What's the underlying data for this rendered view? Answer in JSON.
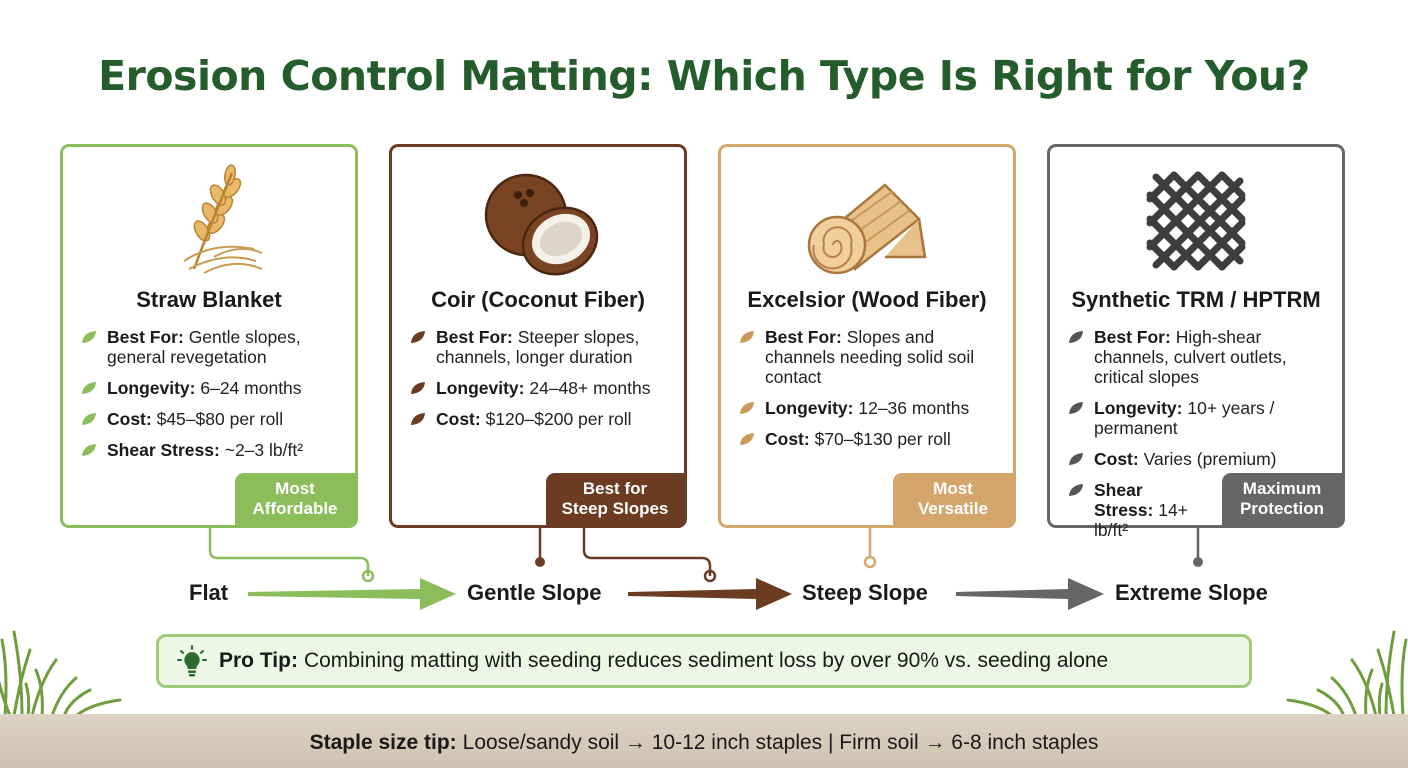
{
  "title": "Erosion Control Matting: Which Type Is Right for You?",
  "colors": {
    "title": "#245c2c",
    "straw": "#8bbd5a",
    "coir": "#6b3c22",
    "excelsior": "#d5a66b",
    "synthetic": "#666666"
  },
  "cards": [
    {
      "name": "Straw Blanket",
      "icon": "wheat-icon",
      "items": [
        {
          "label": "Best For:",
          "value": "Gentle slopes, general revegetation"
        },
        {
          "label": "Longevity:",
          "value": "6–24 months"
        },
        {
          "label": "Cost:",
          "value": "$45–$80 per roll"
        },
        {
          "label": "Shear Stress:",
          "value": "~2–3 lb/ft²"
        }
      ],
      "badge": [
        "Most",
        "Affordable"
      ]
    },
    {
      "name": "Coir (Coconut Fiber)",
      "icon": "coconut-icon",
      "items": [
        {
          "label": "Best For:",
          "value": "Steeper slopes, channels, longer duration"
        },
        {
          "label": "Longevity:",
          "value": "24–48+ months"
        },
        {
          "label": "Cost:",
          "value": "$120–$200 per roll"
        }
      ],
      "badge": [
        "Best for",
        "Steep Slopes"
      ]
    },
    {
      "name": "Excelsior (Wood Fiber)",
      "icon": "wood-log-icon",
      "items": [
        {
          "label": "Best For:",
          "value": "Slopes and channels needing solid soil contact"
        },
        {
          "label": "Longevity:",
          "value": "12–36 months"
        },
        {
          "label": "Cost:",
          "value": "$70–$130 per roll"
        }
      ],
      "badge": [
        "Most",
        "Versatile"
      ]
    },
    {
      "name": "Synthetic TRM / HPTRM",
      "icon": "mesh-icon",
      "items": [
        {
          "label": "Best For:",
          "value": "High-shear channels, culvert outlets, critical slopes"
        },
        {
          "label": "Longevity:",
          "value": "10+ years / permanent"
        },
        {
          "label": "Cost:",
          "value": "Varies (premium)"
        },
        {
          "label": "Shear Stress:",
          "value": "14+ lb/ft²"
        }
      ],
      "badge": [
        "Maximum",
        "Protection"
      ]
    }
  ],
  "slope_scale": [
    "Flat",
    "Gentle Slope",
    "Steep Slope",
    "Extreme Slope"
  ],
  "pro_tip": {
    "label": "Pro Tip:",
    "text": "Combining matting with seeding reduces sediment loss by over 90% vs. seeding alone"
  },
  "staple_tip": {
    "label": "Staple size tip:",
    "text": "Loose/sandy soil → 10-12 inch staples | Firm soil → 6-8 inch staples"
  }
}
